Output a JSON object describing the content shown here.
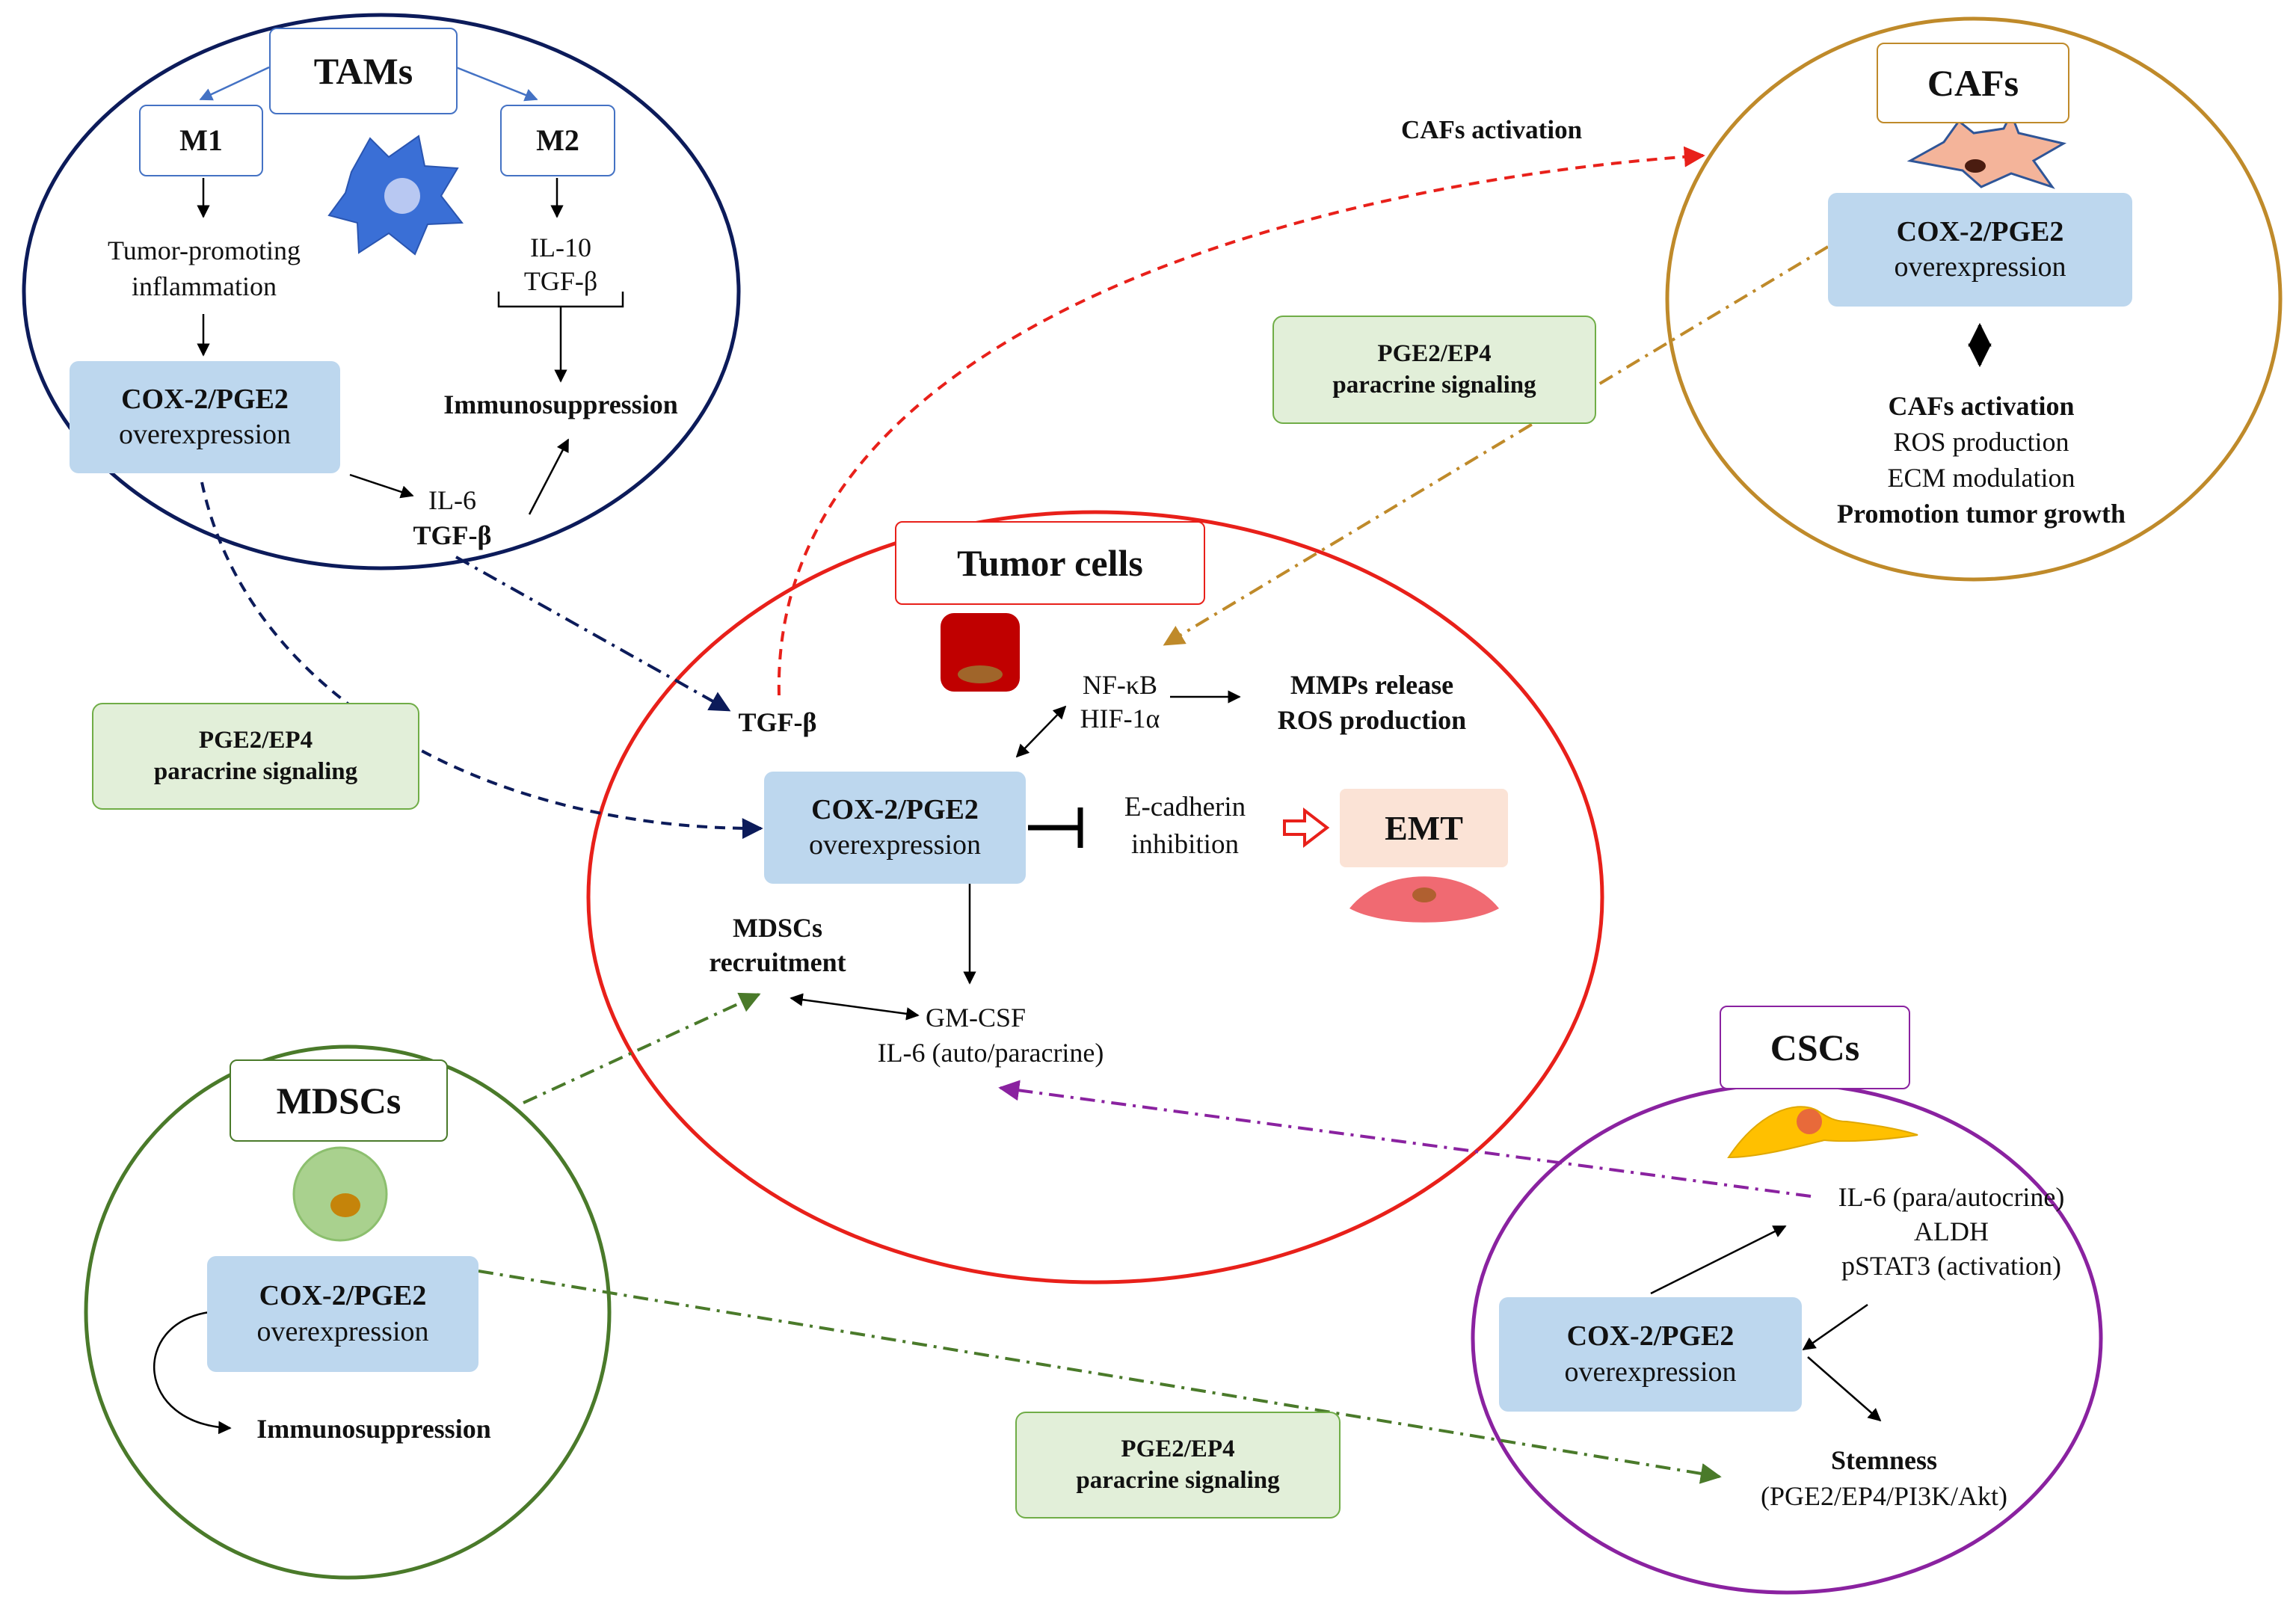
{
  "colors": {
    "tams": "#0c1b5a",
    "cafs": "#bf8a2a",
    "tumor": "#e8201a",
    "mdscs": "#4a7a2a",
    "cscs": "#8a22a0",
    "cox_fill": "#bdd7ee",
    "paracrine_fill": "#e2efd9",
    "paracrine_border": "#70ad47",
    "emt_fill": "#fbe3d6"
  },
  "tams": {
    "title": "TAMs",
    "m1": "M1",
    "m2": "M2",
    "m1_effect_line1": "Tumor-promoting",
    "m1_effect_line2": "inflammation",
    "m2_cytokine1": "IL-10",
    "m2_cytokine2": "TGF-β",
    "immunosuppression": "Immunosuppression",
    "cox_line1": "COX-2/PGE2",
    "cox_line2": "overexpression",
    "il6": "IL-6",
    "tgfb": "TGF-β",
    "icon": "macrophage-cell-icon"
  },
  "cafs": {
    "title": "CAFs",
    "activation_arrow_label": "CAFs activation",
    "cox_line1": "COX-2/PGE2",
    "cox_line2": "overexpression",
    "effect1": "CAFs activation",
    "effect2": "ROS production",
    "effect3": "ECM modulation",
    "effect4": "Promotion tumor growth",
    "icon": "fibroblast-cell-icon"
  },
  "tumor": {
    "title": "Tumor cells",
    "tgfb": "TGF-β",
    "nfkb": "NF-κB",
    "hif": "HIF-1α",
    "mmps": "MMPs release",
    "ros": "ROS production",
    "cox_line1": "COX-2/PGE2",
    "cox_line2": "overexpression",
    "ecad_line1": "E-cadherin",
    "ecad_line2": "inhibition",
    "emt": "EMT",
    "mdsc_recruit_line1": "MDSCs",
    "mdsc_recruit_line2": "recruitment",
    "gmcsf": "GM-CSF",
    "il6_auto": "IL-6 (auto/paracrine)",
    "icon": "tumor-cell-icon"
  },
  "mdscs": {
    "title": "MDSCs",
    "cox_line1": "COX-2/PGE2",
    "cox_line2": "overexpression",
    "immunosuppression": "Immunosuppression",
    "icon": "myeloid-cell-icon"
  },
  "cscs": {
    "title": "CSCs",
    "il6": "IL-6 (para/autocrine)",
    "aldh": "ALDH",
    "pstat3": "pSTAT3 (activation)",
    "cox_line1": "COX-2/PGE2",
    "cox_line2": "overexpression",
    "stemness": "Stemness",
    "pathway": "(PGE2/EP4/PI3K/Akt)",
    "icon": "stem-cell-icon"
  },
  "paracrine": {
    "line1": "PGE2/EP4",
    "line2": "paracrine signaling"
  }
}
